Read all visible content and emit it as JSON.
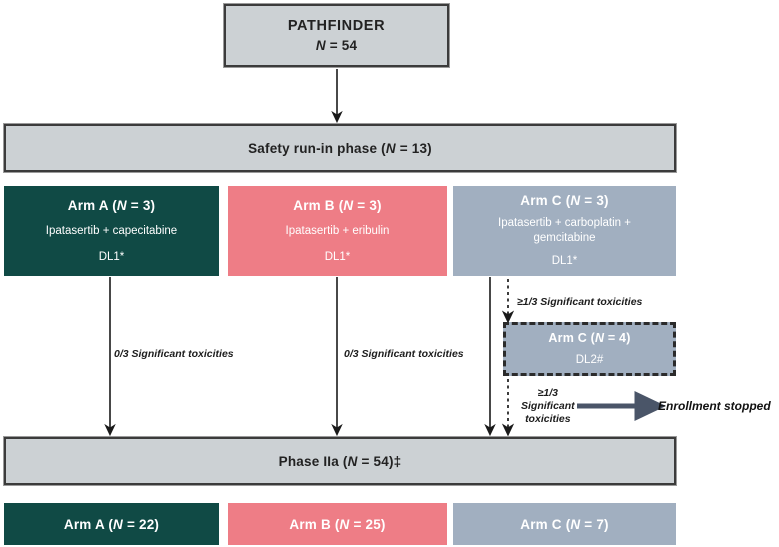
{
  "diagram": {
    "title_box": {
      "line1": "PATHFINDER",
      "line2_italic": "N",
      "line2_rest": " = 54"
    },
    "safety_bar": {
      "prefix": "Safety run-in phase (",
      "italic": "N",
      "suffix": " = 13)"
    },
    "runin_arms": [
      {
        "name": "arm-a",
        "title_prefix": "Arm A (",
        "title_italic": "N",
        "title_suffix": " = 3)",
        "regimen": "Ipatasertib + capecitabine",
        "dose_level": "DL1*",
        "color": "#104a45"
      },
      {
        "name": "arm-b",
        "title_prefix": "Arm B (",
        "title_italic": "N",
        "title_suffix": " = 3)",
        "regimen": "Ipatasertib + eribulin",
        "dose_level": "DL1*",
        "color": "#ee7d86"
      },
      {
        "name": "arm-c",
        "title_prefix": "Arm C (",
        "title_italic": "N",
        "title_suffix": " = 3)",
        "regimen": "Ipatasertib + carboplatin + gemcitabine",
        "dose_level": "DL1*",
        "color": "#a1afc0"
      }
    ],
    "escalation_box": {
      "title_prefix": "Arm C (",
      "title_italic": "N",
      "title_suffix": " = 4)",
      "dose_level": "DL2#"
    },
    "annotations": {
      "arm_a_toxicity": "0/3 Significant toxicities",
      "arm_b_toxicity": "0/3 Significant toxicities",
      "arm_c_toxicity_1": "≥1/3 Significant toxicities",
      "arm_c_toxicity_2": "≥1/3\nSignificant\ntoxicities",
      "enrollment_stopped": "Enrollment stopped"
    },
    "phase_bar": {
      "prefix": "Phase IIa (",
      "italic": "N",
      "suffix": " = 54)‡"
    },
    "phase_arms": [
      {
        "name": "arm-a",
        "title_prefix": "Arm A (",
        "title_italic": "N",
        "title_suffix": " = 22)",
        "color": "#104a45"
      },
      {
        "name": "arm-b",
        "title_prefix": "Arm B (",
        "title_italic": "N",
        "title_suffix": " = 25)",
        "color": "#ee7d86"
      },
      {
        "name": "arm-c",
        "title_prefix": "Arm C (",
        "title_italic": "N",
        "title_suffix": " = 7)",
        "color": "#a1afc0"
      }
    ],
    "colors": {
      "teal": "#104a45",
      "pink": "#ee7d86",
      "bluegrey": "#a1afc0",
      "grey_fill": "#ccd1d4",
      "grey_border": "#3b3b3b",
      "arrow": "#1a1a1a",
      "enroll_arrow": "#4a5568"
    }
  }
}
